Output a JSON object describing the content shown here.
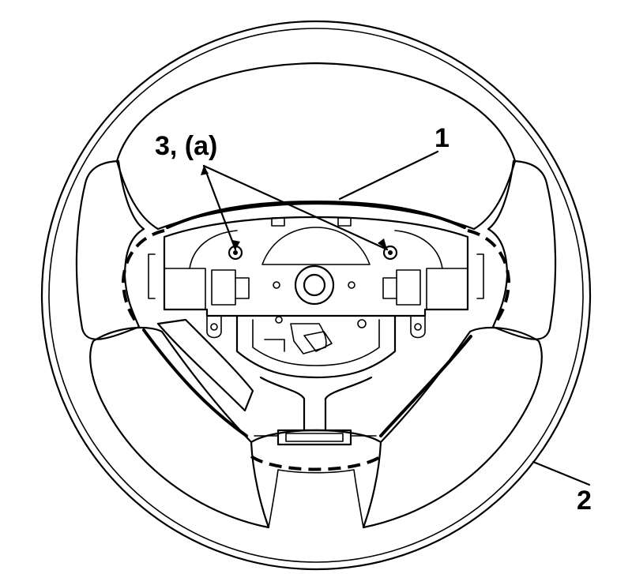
{
  "callouts": {
    "airbag_module": "1",
    "steering_wheel": "2",
    "bolts": "3, (a)"
  }
}
